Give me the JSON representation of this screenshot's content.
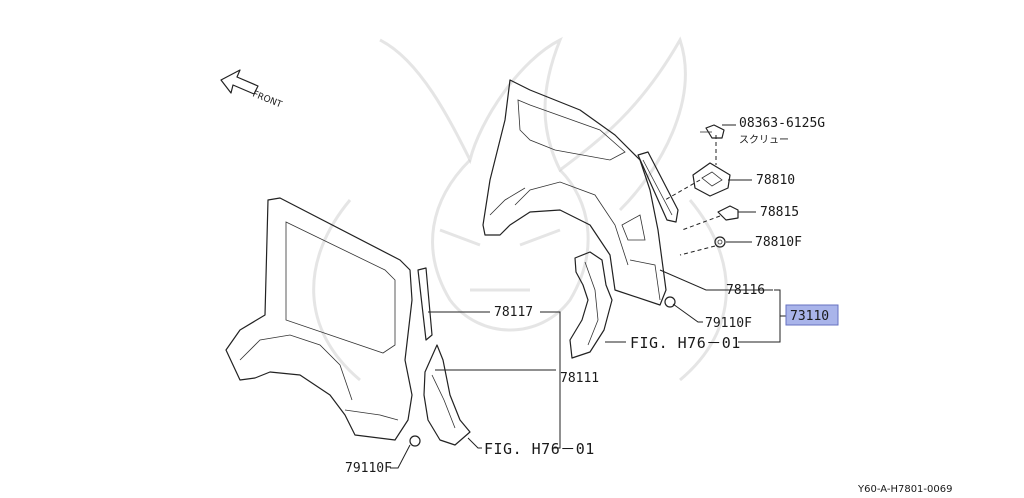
{
  "diagram": {
    "front_label": "FRONT",
    "code": "Y60-A-H7801-0069",
    "highlight_color": "#a9b4ea",
    "parts": {
      "screw_number": "08363-6125G",
      "screw_name": "スクリュー",
      "p78810": "78810",
      "p78815": "78815",
      "p78810F": "78810F",
      "p78116": "78116",
      "p79110F_upper": "79110F",
      "p73110": "73110",
      "fig_upper": "FIG. H76－01",
      "p78117": "78117",
      "p78111": "78111",
      "fig_lower": "FIG. H76－01",
      "p79110F_lower": "79110F"
    }
  }
}
